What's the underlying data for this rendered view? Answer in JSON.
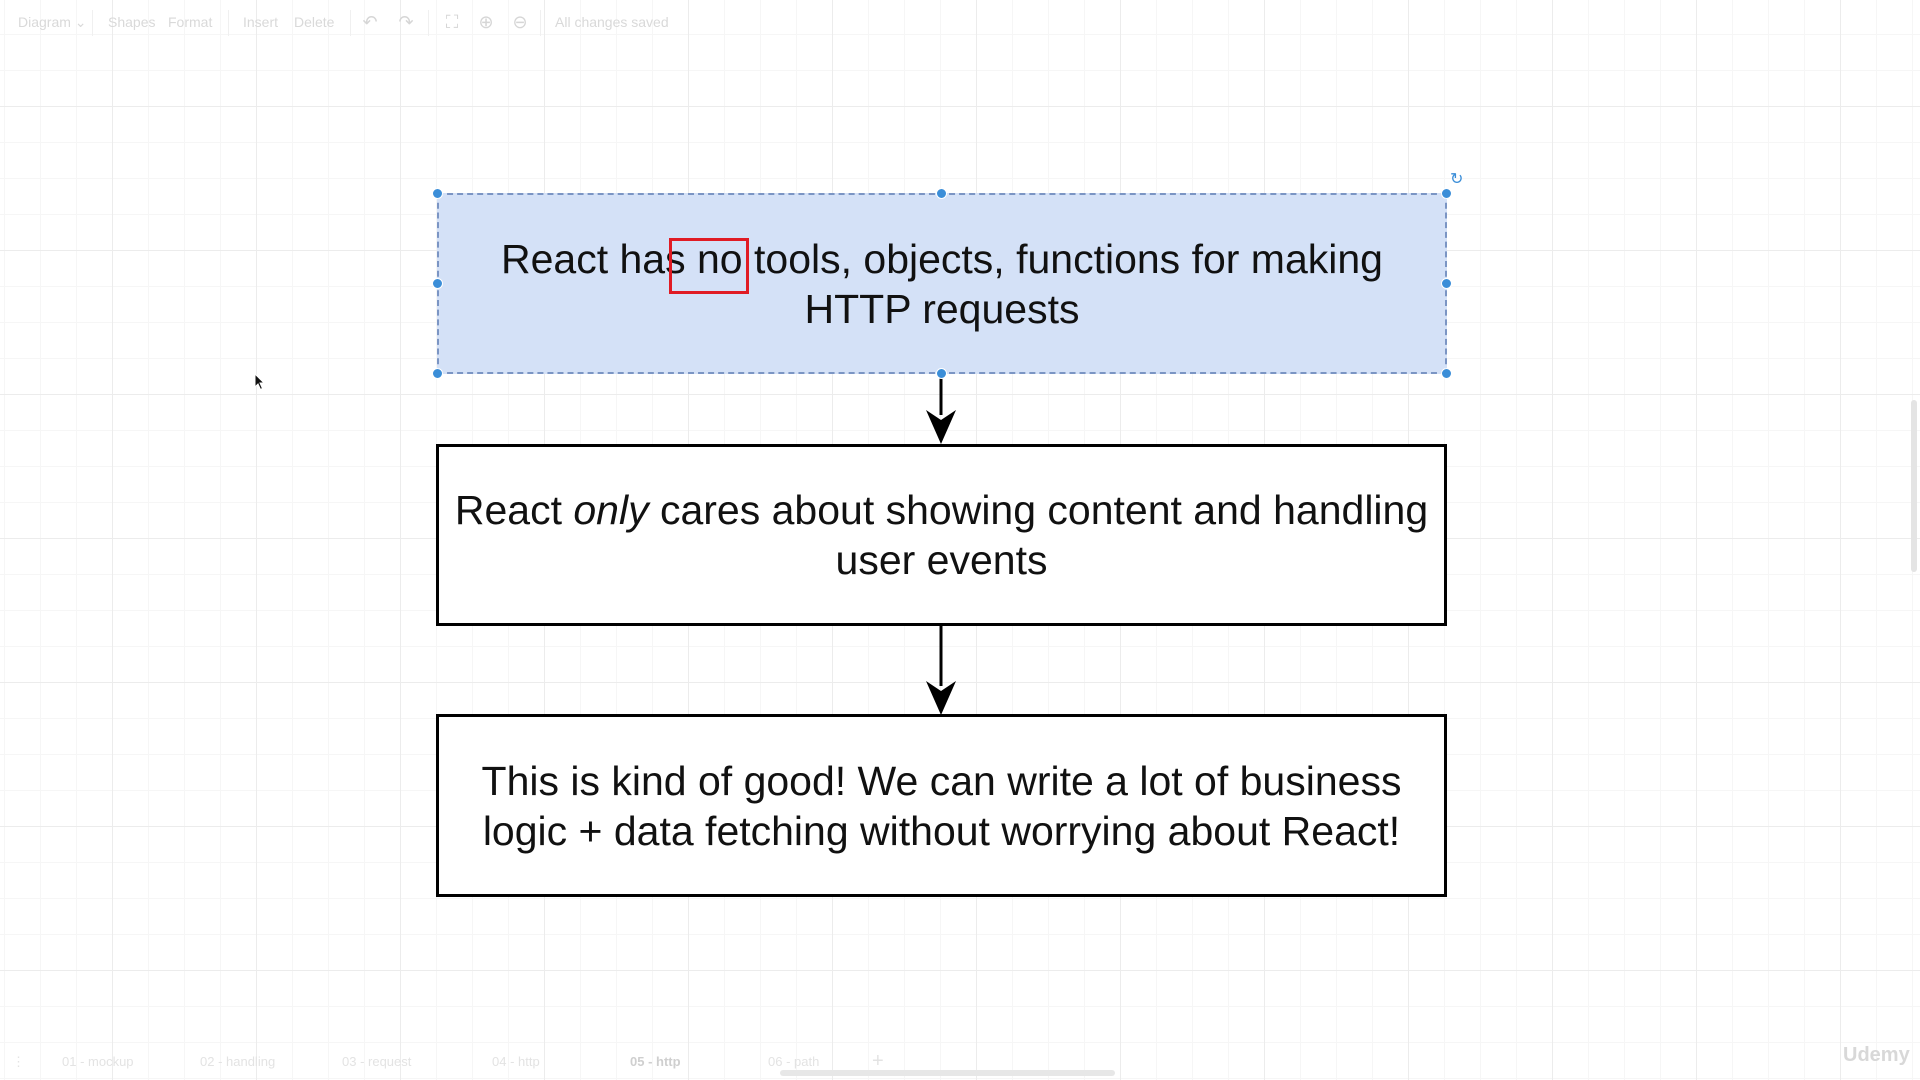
{
  "toolbar": {
    "diagram_menu": "Diagram",
    "shapes_label": "Shapes",
    "format_label": "Format",
    "insert_label": "Insert",
    "delete_label": "Delete",
    "undo_icon": "undo-icon",
    "redo_icon": "redo-icon",
    "fullscreen_icon": "fullscreen-icon",
    "zoom_in_icon": "zoom-in-icon",
    "zoom_out_icon": "zoom-out-icon",
    "status": "All changes saved"
  },
  "diagram": {
    "box1": {
      "before": "React has ",
      "highlight": "no",
      "after": " tools, objects, functions for making HTTP requests"
    },
    "box2": {
      "before": "React ",
      "emphasis": "only",
      "after": " cares about showing content and handling user events"
    },
    "box3": {
      "line1": "This is kind of good!  We can write a lot of business",
      "line2": "logic + data fetching without worrying about React!"
    }
  },
  "pages": [
    {
      "label": "01 - mockup"
    },
    {
      "label": "02 - handling"
    },
    {
      "label": "03 - request"
    },
    {
      "label": "04 - http"
    },
    {
      "label": "05 - http",
      "active": true
    },
    {
      "label": "06 - path"
    }
  ],
  "add_page_label": "+",
  "watermark": "Udemy",
  "colors": {
    "selected_fill": "#d4e1f7",
    "highlight_border": "#e01b24",
    "handle": "#3b8ed8"
  }
}
